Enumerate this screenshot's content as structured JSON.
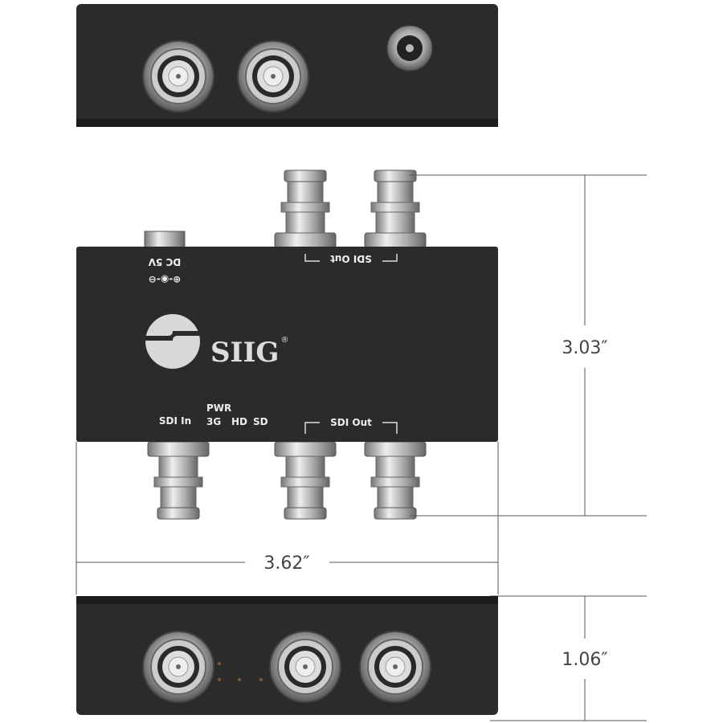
{
  "brand": {
    "name": "SIIG",
    "mark": "®"
  },
  "labels": {
    "dc_polarity": "⊕-◉-⊖",
    "dc": "DC 5V",
    "sdi_out_top": "SDI Out",
    "sdi_in": "SDI In",
    "pwr": "PWR",
    "led_3g": "3G",
    "led_hd": "HD",
    "led_sd": "SD",
    "sdi_out_bottom": "SDI Out"
  },
  "dimensions": {
    "height": "3.03″",
    "width": "3.62″",
    "depth": "1.06″"
  },
  "colors": {
    "housing": "#2b2b2b",
    "metal": "#b8b8b8",
    "dimension_line": "#555555"
  }
}
